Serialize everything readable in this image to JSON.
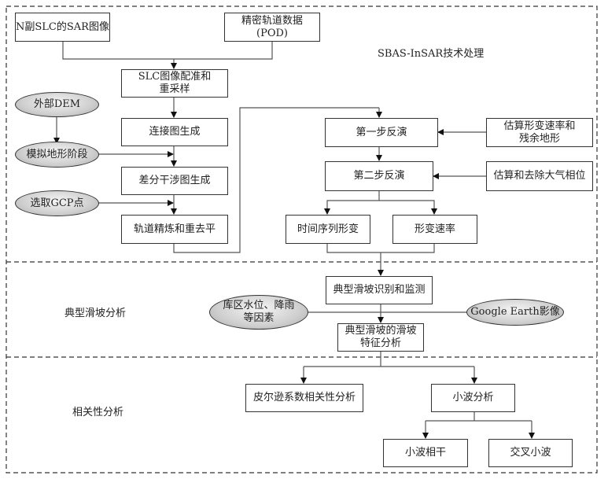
{
  "sections": {
    "sbas": "SBAS-InSAR技术处理",
    "landslide": "典型滑坡分析",
    "correlation": "相关性分析"
  },
  "nodes": {
    "sar_images": "N副SLC的SAR图像",
    "pod": "精密轨道数据\n(POD)",
    "coregistration": "SLC图像配准和\n重采样",
    "connection_graph": "连接图生成",
    "diff_interferogram": "差分干涉图生成",
    "orbit_refinement": "轨道精炼和重去平",
    "external_dem": "外部DEM",
    "simulated_terrain": "模拟地形阶段",
    "select_gcp": "选取GCP点",
    "first_inversion": "第一步反演",
    "estimate_rate": "估算形变速率和\n残余地形",
    "second_inversion": "第二步反演",
    "estimate_atmo": "估算和去除大气相位",
    "time_series": "时间序列形变",
    "deform_rate": "形变速率",
    "identify_monitor": "典型滑坡识别和监测",
    "factors": "库区水位、降雨\n等因素",
    "google_earth": "Google Earth影像",
    "feature_analysis": "典型滑坡的滑坡\n特征分析",
    "pearson": "皮尔逊系数相关性分析",
    "wavelet": "小波分析",
    "wavelet_coherence": "小波相干",
    "cross_wavelet": "交叉小波"
  }
}
